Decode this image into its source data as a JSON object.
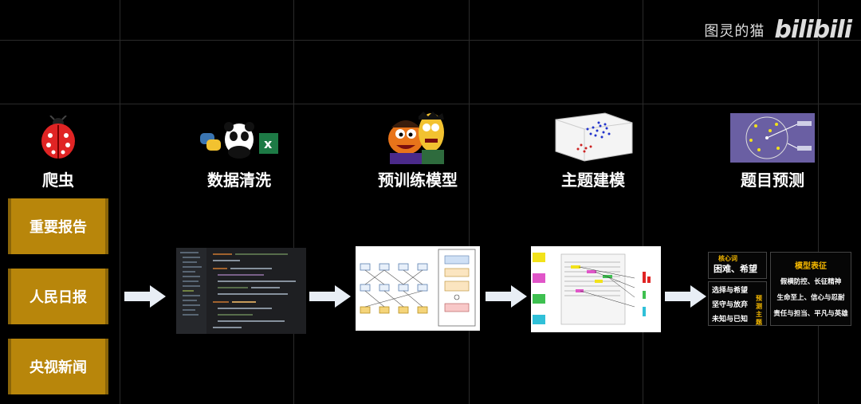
{
  "watermark": {
    "text": "图灵的猫",
    "logo": "bilibili"
  },
  "stages": [
    {
      "label": "爬虫",
      "icon": "ladybug-icon"
    },
    {
      "label": "数据清洗",
      "icon": "python-panda-excel-icon"
    },
    {
      "label": "预训练模型",
      "icon": "ernie-bert-icon"
    },
    {
      "label": "主题建模",
      "icon": "3d-cluster-plot-icon"
    },
    {
      "label": "题目预测",
      "icon": "cluster-circle-icon"
    }
  ],
  "sources": [
    "重要报告",
    "人民日报",
    "央视新闻"
  ],
  "prediction": {
    "core_tag": "核心词",
    "core_text": "困难、希望",
    "left_lines": [
      "选择与希望",
      "坚守与放弃",
      "未知与已知"
    ],
    "side_tag": "预测主题",
    "right_title": "模型表征",
    "right_lines": [
      "假横防控、长征精神",
      "生命至上、信心与忍耐",
      "责任与担当、平凡与英雄"
    ]
  },
  "colors": {
    "source_button": "#b8860b",
    "arrow": "#e8eef5",
    "accent_yellow": "#f5b800"
  }
}
